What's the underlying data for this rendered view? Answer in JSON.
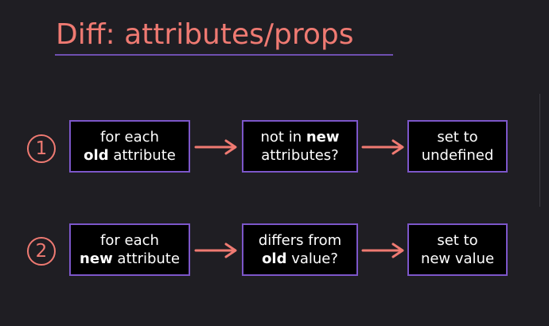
{
  "title": "Diff: attributes/props",
  "colors": {
    "background": "#1f1e23",
    "accent": "#ef7a72",
    "box_border": "#7c56c9",
    "box_fill": "#000000",
    "underline": "#6e4fb0",
    "text": "#ffffff"
  },
  "rows": [
    {
      "number": "1",
      "boxes": [
        {
          "line1": {
            "pre": "",
            "bold": "",
            "post": "for each"
          },
          "line2": {
            "pre": "",
            "bold": "old",
            "post": " attribute"
          }
        },
        {
          "line1": {
            "pre": "not in ",
            "bold": "new",
            "post": ""
          },
          "line2": {
            "pre": "",
            "bold": "",
            "post": "attributes?"
          }
        },
        {
          "line1": {
            "pre": "",
            "bold": "",
            "post": "set to"
          },
          "line2": {
            "pre": "",
            "bold": "",
            "post": "undefined"
          }
        }
      ]
    },
    {
      "number": "2",
      "boxes": [
        {
          "line1": {
            "pre": "",
            "bold": "",
            "post": "for each"
          },
          "line2": {
            "pre": "",
            "bold": "new",
            "post": " attribute"
          }
        },
        {
          "line1": {
            "pre": "",
            "bold": "",
            "post": "differs from"
          },
          "line2": {
            "pre": "",
            "bold": "old",
            "post": " value?"
          }
        },
        {
          "line1": {
            "pre": "",
            "bold": "",
            "post": "set to"
          },
          "line2": {
            "pre": "",
            "bold": "",
            "post": "new value"
          }
        }
      ]
    }
  ]
}
